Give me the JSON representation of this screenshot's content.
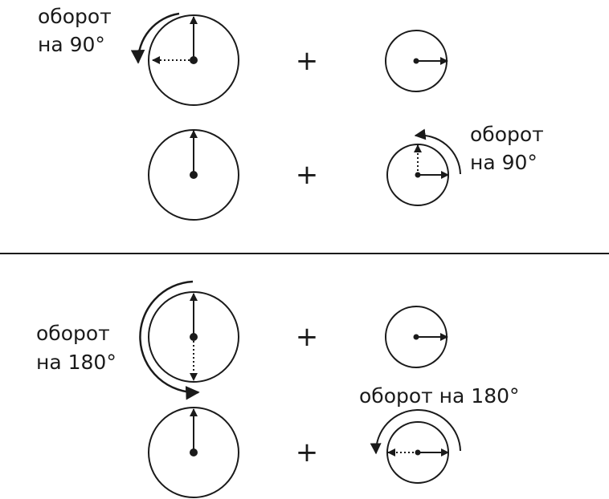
{
  "plus_sign": "+",
  "labels": {
    "row1_left": [
      "оборот",
      "на 90°"
    ],
    "row2_right": [
      "оборот",
      "на 90°"
    ],
    "row3_left": [
      "оборот",
      "на 180°"
    ],
    "row4_right": "оборот на 180°"
  },
  "colors": {
    "stroke": "#1a1a1a",
    "background": "#ffffff"
  }
}
